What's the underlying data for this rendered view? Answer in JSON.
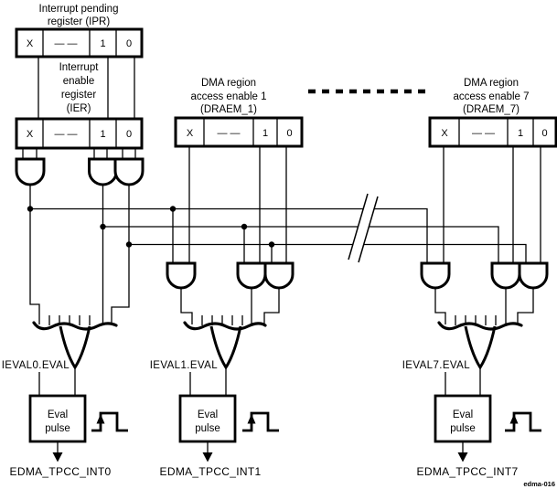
{
  "figure_label": "edma-016",
  "registers": {
    "ipr": {
      "title_lines": [
        "Interrupt pending",
        "register (IPR)"
      ],
      "cells": [
        "X",
        "— —",
        "1",
        "0"
      ]
    },
    "ier": {
      "title_lines": [
        "Interrupt",
        "enable",
        "register",
        "(IER)"
      ],
      "cells": [
        "X",
        "— —",
        "1",
        "0"
      ]
    },
    "draem1": {
      "title_lines": [
        "DMA region",
        "access enable 1",
        "(DRAEM_1)"
      ],
      "cells": [
        "X",
        "— —",
        "1",
        "0"
      ]
    },
    "draem7": {
      "title_lines": [
        "DMA region",
        "access enable 7",
        "(DRAEM_7)"
      ],
      "cells": [
        "X",
        "— —",
        "1",
        "0"
      ]
    }
  },
  "regions": [
    {
      "eval_signal": "IEVAL0.EVAL",
      "eval_box_lines": [
        "Eval",
        "pulse"
      ],
      "output_signal": "EDMA_TPCC_INT0"
    },
    {
      "eval_signal": "IEVAL1.EVAL",
      "eval_box_lines": [
        "Eval",
        "pulse"
      ],
      "output_signal": "EDMA_TPCC_INT1"
    },
    {
      "eval_signal": "IEVAL7.EVAL",
      "eval_box_lines": [
        "Eval",
        "pulse"
      ],
      "output_signal": "EDMA_TPCC_INT7"
    }
  ]
}
